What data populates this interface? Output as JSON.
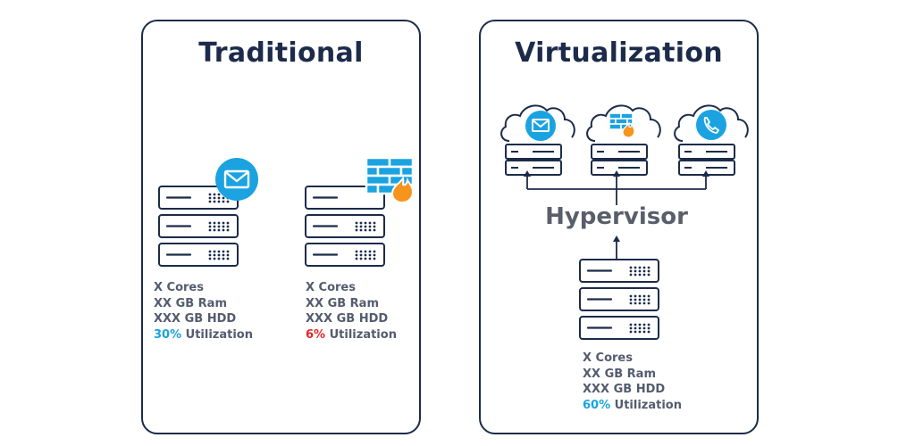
{
  "traditional": {
    "title": "Traditional",
    "servers": [
      {
        "icon": "email-icon",
        "specs": {
          "cores": "X Cores",
          "ram": "XX GB Ram",
          "hdd": "XXX GB HDD",
          "util_pct": "30%",
          "util_label": "Utilization"
        },
        "util_color": "#1aa3e0"
      },
      {
        "icon": "firewall-icon",
        "specs": {
          "cores": "X Cores",
          "ram": "XX GB Ram",
          "hdd": "XXX GB HDD",
          "util_pct": "6%",
          "util_label": "Utilization"
        },
        "util_color": "#e5262a"
      }
    ]
  },
  "virtualization": {
    "title": "Virtualization",
    "clouds": [
      {
        "icon": "email-icon"
      },
      {
        "icon": "firewall-icon"
      },
      {
        "icon": "phone-icon"
      }
    ],
    "hypervisor": "Hypervisor",
    "specs": {
      "cores": "X Cores",
      "ram": "XX GB Ram",
      "hdd": "XXX GB HDD",
      "util_pct": "60%",
      "util_label": "Utilization"
    },
    "util_color": "#1aa3e0"
  },
  "colors": {
    "navy": "#1c2b4a",
    "accent_blue": "#1aa3e0",
    "warning_red": "#e5262a",
    "flame_orange": "#f7941d"
  }
}
